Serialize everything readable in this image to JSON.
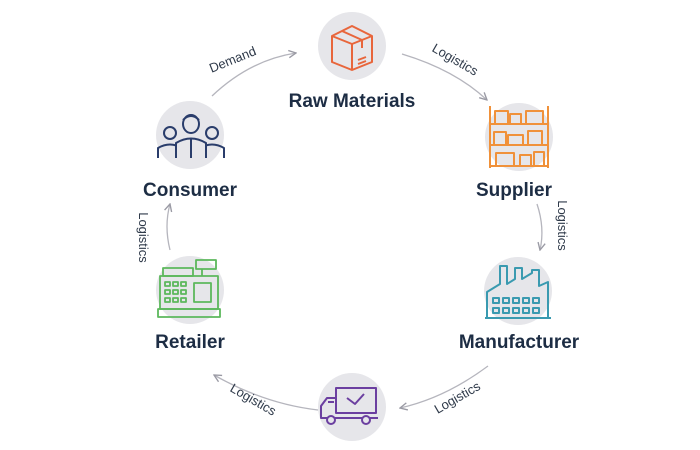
{
  "nodes": {
    "raw_materials": {
      "label": "Raw Materials",
      "icon": "box-icon",
      "color": "#e8663c"
    },
    "supplier": {
      "label": "Supplier",
      "icon": "warehouse-shelf-icon",
      "color": "#f0913a"
    },
    "manufacturer": {
      "label": "Manufacturer",
      "icon": "factory-icon",
      "color": "#3a9ab0"
    },
    "distribution": {
      "label": "",
      "icon": "delivery-truck-icon",
      "color": "#6b3fa0"
    },
    "retailer": {
      "label": "Retailer",
      "icon": "cash-register-icon",
      "color": "#5cb85c"
    },
    "consumer": {
      "label": "Consumer",
      "icon": "people-group-icon",
      "color": "#2a3d6b"
    }
  },
  "edges": {
    "demand": "Demand",
    "logistics_1": "Logistics",
    "logistics_2": "Logistics",
    "logistics_3": "Logistics",
    "logistics_4": "Logistics",
    "logistics_5": "Logistics"
  },
  "colors": {
    "circle_bg": "#e6e6ea",
    "arrow": "#b5b5bd",
    "text": "#1d2d44"
  }
}
